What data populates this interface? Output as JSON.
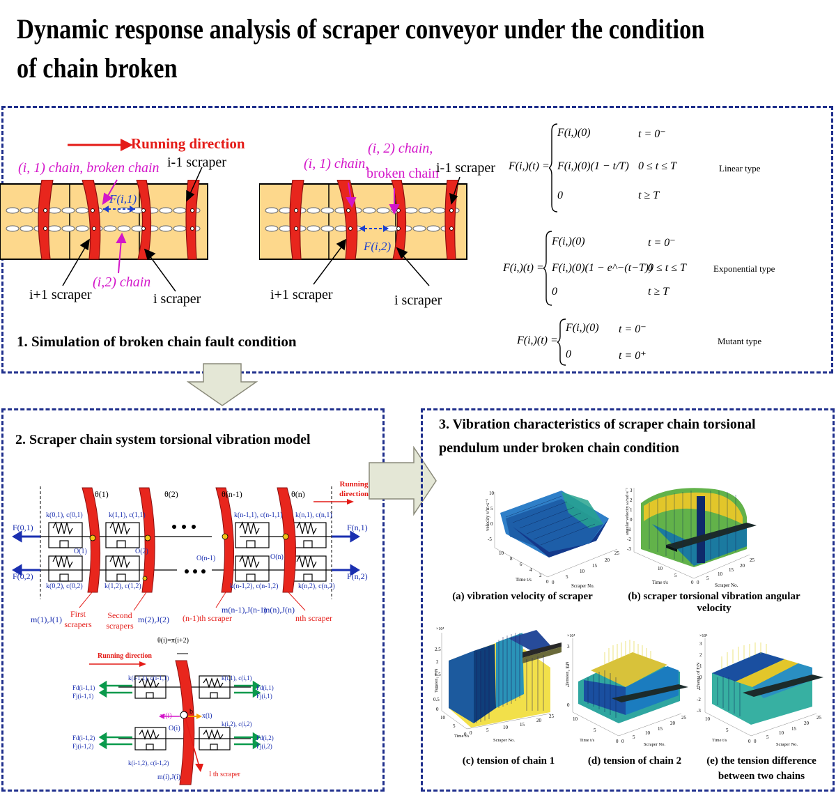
{
  "title": "Dynamic response analysis of scraper conveyor under the condition of chain broken",
  "section1": {
    "label": "1.   Simulation of broken chain fault condition",
    "running_direction": "Running direction",
    "left": {
      "chain1": "(i, 1) chain, broken chain",
      "chain2": "(i,2) chain",
      "force": "F(i,1)",
      "im1": "i-1 scraper",
      "ip1": "i+1 scraper",
      "i": "i scraper"
    },
    "right": {
      "chain1": "(i, 1) chain,",
      "chain2a": "(i, 2) chain,",
      "chain2b": "broken chain",
      "force": "F(i,2)",
      "im1": "i-1 scraper",
      "ip1": "i+1 scraper",
      "i": "i scraper"
    },
    "equations": [
      {
        "type": "Linear type",
        "lhs": "F(i,)(t) =",
        "rows": [
          [
            "F(i,)(0)",
            "t = 0⁻"
          ],
          [
            "F(i,)(0)(1 − t/T)",
            "0 ≤ t ≤ T"
          ],
          [
            "0",
            "t ≥ T"
          ]
        ]
      },
      {
        "type": "Exponential type",
        "lhs": "F(i,)(t) =",
        "rows": [
          [
            "F(i,)(0)",
            "t = 0⁻"
          ],
          [
            "F(i,)(0)(1 − e^−(t−T))",
            "0 ≤ t ≤ T"
          ],
          [
            "0",
            "t ≥ T"
          ]
        ]
      },
      {
        "type": "Mutant type",
        "lhs": "F(i,)(t) =",
        "rows": [
          [
            "F(i,)(0)",
            "t = 0⁻"
          ],
          [
            "0",
            "t = 0⁺"
          ]
        ]
      }
    ]
  },
  "section2": {
    "label": "2. Scraper chain system torsional vibration model",
    "running_direction": "Running direction",
    "inset_running_direction": "Running direction",
    "thetas": [
      "θ(1)",
      "θ(2)",
      "θ(n-1)",
      "θ(n)"
    ],
    "inset_theta": "θ(i)=π(i+2)",
    "forces_left": [
      "F(0,1)",
      "F(0,2)"
    ],
    "forces_right": [
      "F(n,1)",
      "F(n,2)"
    ],
    "kc_top": [
      "k(0,1), c(0,1)",
      "k(1,1), c(1,1)",
      "k(n-1,1), c(n-1,1)",
      "k(n,1), c(n,1)"
    ],
    "kc_bot": [
      "k(0,2), c(0,2)",
      "k(1,2), c(1,2)",
      "k(n-1,2), c(n-1,2)",
      "k(n,2), c(n,2)"
    ],
    "nodes": [
      "O(1)",
      "O(2)",
      "O(n-1)",
      "O(n)"
    ],
    "masses": [
      "m(1),J(1)",
      "m(2),J(2)",
      "m(n-1),J(n-1)",
      "m(n),J(n)"
    ],
    "scrapers": [
      "First scrapers",
      "Second scrapers",
      "(n-1)th scraper",
      "nth scraper"
    ],
    "inset": {
      "kc": [
        "k(i-1,1), c(i-1,1)",
        "k(i,1), c(i,1)",
        "k(i-1,2), c(i-1,2)",
        "k(i,2), c(i,2)"
      ],
      "forces_left": [
        "Fd(i-1,1)",
        "Fj(i-1,1)",
        "Fd(i-1,2)",
        "Fj(i-1,2)"
      ],
      "forces_right": [
        "Fd(i,1)",
        "Fj(i,1)",
        "Fd(i,2)",
        "Fj(i,2)"
      ],
      "node": "O(i)",
      "w": "w(i)",
      "x": "x(i)",
      "b": "b",
      "mass": "m(i),J(i)",
      "scraper": "I th scraper"
    }
  },
  "section3": {
    "label_line1": "3.   Vibration characteristics of scraper chain torsional",
    "label_line2": "pendulum under broken chain condition",
    "axes": {
      "time": "Time t/s",
      "scraper": "Scraper No."
    },
    "plots": [
      {
        "caption": "(a) vibration velocity of scraper",
        "zlabel": "velocity v/m·s⁻¹",
        "zticks": [
          "10",
          "5",
          "0",
          "-5"
        ],
        "xticks": [
          "0",
          "2",
          "4",
          "6",
          "8",
          "10"
        ],
        "yticks": [
          "0",
          "5",
          "10",
          "15",
          "20",
          "25"
        ]
      },
      {
        "caption": "(b) scraper torsional vibration angular velocity",
        "zlabel": "angular velocity ω/rad·s⁻¹",
        "zticks": [
          "3",
          "2",
          "1",
          "0",
          "-1",
          "-2",
          "-3"
        ],
        "xticks": [
          "0",
          "5",
          "10"
        ],
        "yticks": [
          "0",
          "5",
          "10",
          "15",
          "20",
          "25"
        ]
      },
      {
        "caption": "(c) tension of chain 1",
        "zlabel": "Tension₁ F/N",
        "multiplier": "×10⁴",
        "zticks": [
          "2.5",
          "2",
          "1.5",
          "1",
          "0.5",
          "0"
        ],
        "xticks": [
          "0",
          "5",
          "10"
        ],
        "yticks": [
          "0",
          "5",
          "10",
          "15",
          "20",
          "25"
        ]
      },
      {
        "caption": "(d) tension of chain 2",
        "zlabel": "Tension₂ F/N",
        "multiplier": "×10⁴",
        "zticks": [
          "3",
          "2",
          "1",
          "0"
        ],
        "xticks": [
          "0",
          "5",
          "10"
        ],
        "yticks": [
          "0",
          "5",
          "10",
          "15",
          "20",
          "25"
        ]
      },
      {
        "caption_line1": "(e) the tension difference",
        "caption_line2": "between two chains",
        "zlabel": "change of F/N",
        "multiplier": "×10⁴",
        "zticks": [
          "3",
          "2",
          "1",
          "0",
          "-1",
          "-2",
          "-3"
        ],
        "xticks": [
          "0",
          "5",
          "10"
        ],
        "yticks": [
          "0",
          "5",
          "10",
          "15",
          "20",
          "25"
        ]
      }
    ]
  }
}
